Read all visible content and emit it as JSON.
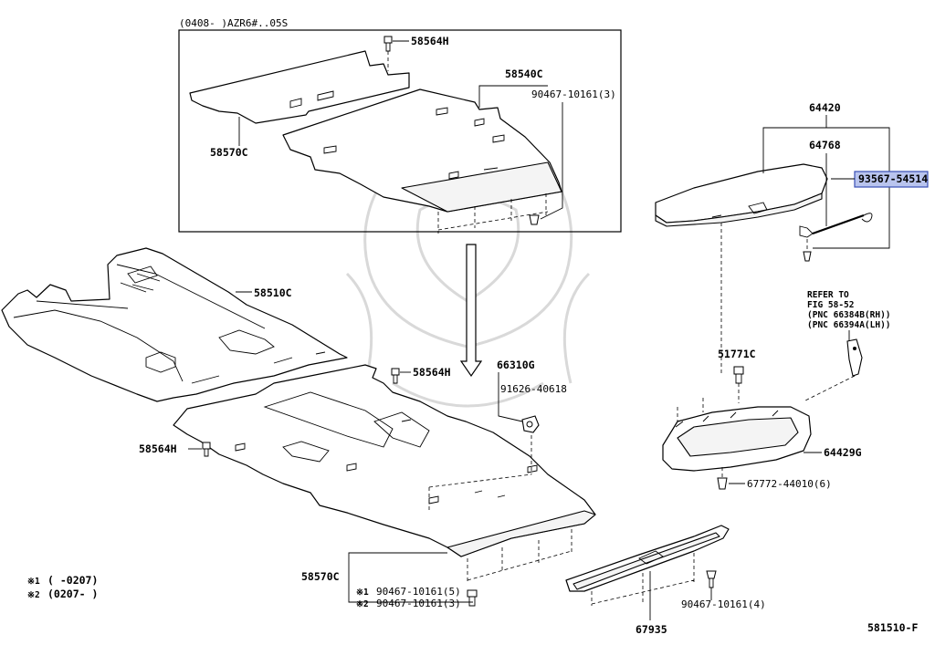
{
  "diagram": {
    "inset_header": "(0408-      )AZR6#..05S",
    "footer_code": "581510-F",
    "highlight_color": "#b9c4ee",
    "notes": [
      {
        "mark": "※1",
        "range": "(      -0207)"
      },
      {
        "mark": "※2",
        "range": "(0207-        )"
      }
    ],
    "refer": {
      "line1": "REFER TO",
      "line2": "FIG 58-52",
      "line3": "(PNC 66384B(RH))",
      "line4": "(PNC 66394A(LH))"
    },
    "parts": {
      "p58564H_top": "58564H",
      "p58540C": "58540C",
      "p90467_inset": "90467-10161(3)",
      "p58570C_inset": "58570C",
      "p58510C": "58510C",
      "p58564H_mid": "58564H",
      "p58564H_left": "58564H",
      "p66310G": "66310G",
      "p91626": "91626-40618",
      "p58570C": "58570C",
      "p90467_a": "90467-10161(5)",
      "p90467_b": "90467-10161(3)",
      "p64420": "64420",
      "p64768": "64768",
      "p93567": "93567-54514",
      "p51771C": "51771C",
      "p64429G": "64429G",
      "p67772": "67772-44010(6)",
      "p90467_c": "90467-10161(4)",
      "p67935": "67935"
    }
  }
}
